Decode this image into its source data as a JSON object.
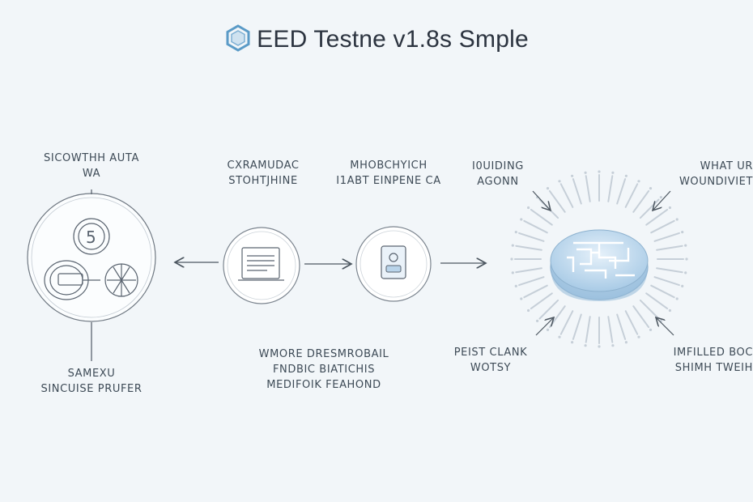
{
  "title": "EED Testne v1.8s Smple",
  "labels": {
    "top_left_1": "SICOWTHH AUTA",
    "top_left_2": "WA",
    "bottom_left_1": "SAMEXU",
    "bottom_left_2": "SINCUISE PRUFER",
    "node2_top_1": "CXRAMUDAC",
    "node2_top_2": "STOHTJHINE",
    "node3_top_1": "MHOBCHYICH",
    "node3_top_2": "I1ABT EINPENE CA",
    "center_bottom_1": "WMORE DRESMROBAIL",
    "center_bottom_2": "FNDBIC BIATICHIS",
    "center_bottom_3": "MEDIFOIK FEAHOND",
    "right_top_left_1": "I0UIDING",
    "right_top_left_2": "AGONN",
    "right_top_right_1": "WHAT UR",
    "right_top_right_2": "WOUNDIVIET",
    "right_bottom_left_1": "PEIST CLANK",
    "right_bottom_left_2": "WOTSY",
    "right_bottom_right_1": "IMFILLED BOC",
    "right_bottom_right_2": "SHIMH TWEIH"
  },
  "icons": {
    "title_logo": "hexagon-logo-icon",
    "left_node": "coins-gear-icon",
    "node2": "document-icon",
    "node3": "id-card-icon",
    "right_node": "circuit-disk-icon"
  },
  "colors": {
    "line": "#5a6470",
    "accent": "#9fc3de",
    "node_fill": "#ffffff"
  }
}
